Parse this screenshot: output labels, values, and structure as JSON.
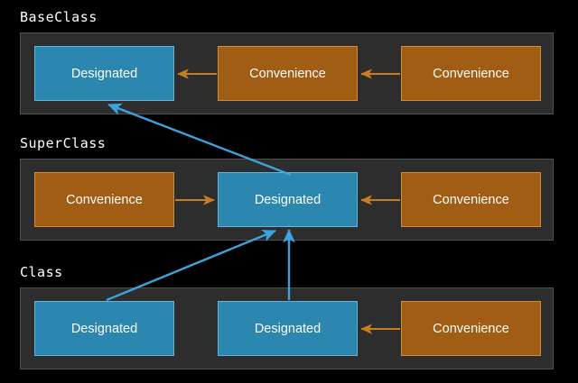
{
  "diagram": {
    "title": "Swift initializer delegation diagram",
    "background_color": "#000000",
    "colors": {
      "designated_fill": "#2c87b0",
      "designated_border": "#63b4d8",
      "convenience_fill": "#a05d13",
      "convenience_border": "#d18c38",
      "group_fill": "#2d2d2d",
      "group_border": "#4f4f4f",
      "delegate_across_arrow": "#c87d20",
      "delegate_up_arrow": "#3ba4dd",
      "label_text": "#ffffff"
    },
    "groups": [
      {
        "id": "baseclass",
        "label": "BaseClass",
        "nodes": [
          {
            "id": "base-designated",
            "label": "Designated",
            "kind": "designated"
          },
          {
            "id": "base-convenience-1",
            "label": "Convenience",
            "kind": "convenience"
          },
          {
            "id": "base-convenience-2",
            "label": "Convenience",
            "kind": "convenience"
          }
        ]
      },
      {
        "id": "superclass",
        "label": "SuperClass",
        "nodes": [
          {
            "id": "super-convenience-1",
            "label": "Convenience",
            "kind": "convenience"
          },
          {
            "id": "super-designated",
            "label": "Designated",
            "kind": "designated"
          },
          {
            "id": "super-convenience-2",
            "label": "Convenience",
            "kind": "convenience"
          }
        ]
      },
      {
        "id": "class",
        "label": "Class",
        "nodes": [
          {
            "id": "class-designated-1",
            "label": "Designated",
            "kind": "designated"
          },
          {
            "id": "class-designated-2",
            "label": "Designated",
            "kind": "designated"
          },
          {
            "id": "class-convenience",
            "label": "Convenience",
            "kind": "convenience"
          }
        ]
      }
    ],
    "arrows": [
      {
        "id": "arrow-base-conv1-to-designated",
        "kind": "delegate-across",
        "direction": "left"
      },
      {
        "id": "arrow-base-conv2-to-conv1",
        "kind": "delegate-across",
        "direction": "left"
      },
      {
        "id": "arrow-super-conv1-to-designated",
        "kind": "delegate-across",
        "direction": "right"
      },
      {
        "id": "arrow-super-conv2-to-designated",
        "kind": "delegate-across",
        "direction": "left"
      },
      {
        "id": "arrow-class-conv-to-designated2",
        "kind": "delegate-across",
        "direction": "left"
      },
      {
        "id": "arrow-super-designated-to-base-designated",
        "kind": "delegate-up",
        "direction": "up-left"
      },
      {
        "id": "arrow-class-designated1-to-super-designated",
        "kind": "delegate-up",
        "direction": "up-right"
      },
      {
        "id": "arrow-class-designated2-to-super-designated",
        "kind": "delegate-up",
        "direction": "up"
      }
    ]
  }
}
